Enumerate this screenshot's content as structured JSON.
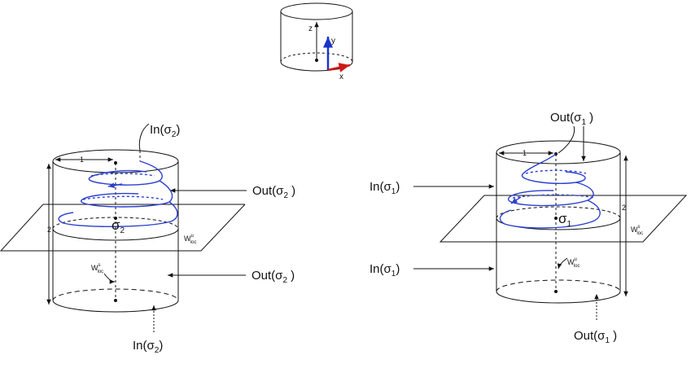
{
  "axes_icon": {
    "z": "z",
    "y": "y",
    "x": "x"
  },
  "left_diagram": {
    "sigma": "σ",
    "sigma_sub": "2",
    "radius_label": "1",
    "height_label": "2",
    "in_top": "In(σ",
    "in_top_sub": "2",
    "in_bottom": "In(σ",
    "in_bottom_sub": "2",
    "out_upper": "Out(σ",
    "out_upper_sub": "2",
    "out_lower": "Out(σ",
    "out_lower_sub": "2",
    "plane_label": "W",
    "plane_sup": "u",
    "plane_sub": "loc",
    "axis_label": "W",
    "axis_sup": "s",
    "axis_sub": "loc"
  },
  "right_diagram": {
    "sigma": "σ",
    "sigma_sub": "1",
    "radius_label": "1",
    "height_label": "2",
    "out_top": "Out(σ",
    "out_top_sub": "1",
    "out_bottom": "Out(σ",
    "out_bottom_sub": "1",
    "in_upper": "In(σ",
    "in_upper_sub": "1",
    "in_lower": "In(σ",
    "in_lower_sub": "1",
    "plane_label": "W",
    "plane_sup": "s",
    "plane_sub": "loc",
    "axis_label": "W",
    "axis_sup": "u",
    "axis_sub": "loc"
  },
  "colors": {
    "spiral": "#2b3fd0",
    "axis_y": "#1a33c8",
    "axis_x": "#d01818"
  }
}
